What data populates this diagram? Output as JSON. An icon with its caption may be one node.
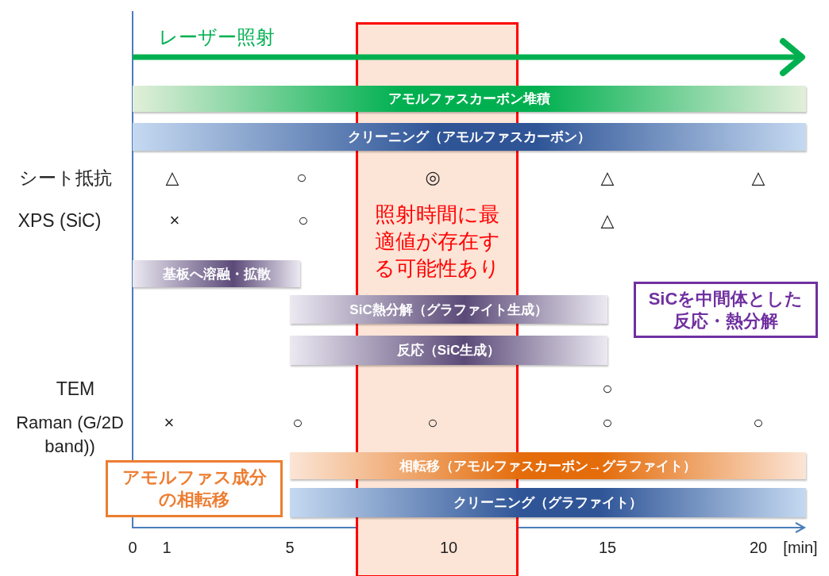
{
  "diagram": {
    "nodes": [
      {
        "text": [
          "照射時間に最適値が存在する可能性あり"
        ]
      },
      {
        "text": [
          "アモルファスカーボン堆積"
        ]
      },
      {
        "text": [
          "クリーニング（アモルファスカーボン）"
        ]
      },
      {
        "text": [
          "基板へ溶融・拡散"
        ]
      },
      {
        "text": [
          "SiC熱分解（グラファイト生成）"
        ]
      },
      {
        "text": [
          "反応（SiC生成）"
        ]
      },
      {
        "text": [
          "SiCを中間体とした反応・熱分解"
        ]
      },
      {
        "text": [
          "相転移（アモルファスカーボン→グラファイト）"
        ]
      },
      {
        "text": [
          "クリーニング（グラファイト）"
        ]
      },
      {
        "text": [
          "アモルファス成分の相転移"
        ]
      }
    ],
    "labels": [
      "レーザー照射",
      "シート抵抗",
      "△",
      "○",
      "◎",
      "△",
      "△",
      "XPS (SiC)",
      "×",
      "○",
      "△",
      "TEM",
      "○",
      "Raman (G/2D band))",
      "×",
      "○",
      "○",
      "○",
      "○",
      "0",
      "1",
      "5",
      "10",
      "15",
      "20",
      "[min]"
    ]
  }
}
